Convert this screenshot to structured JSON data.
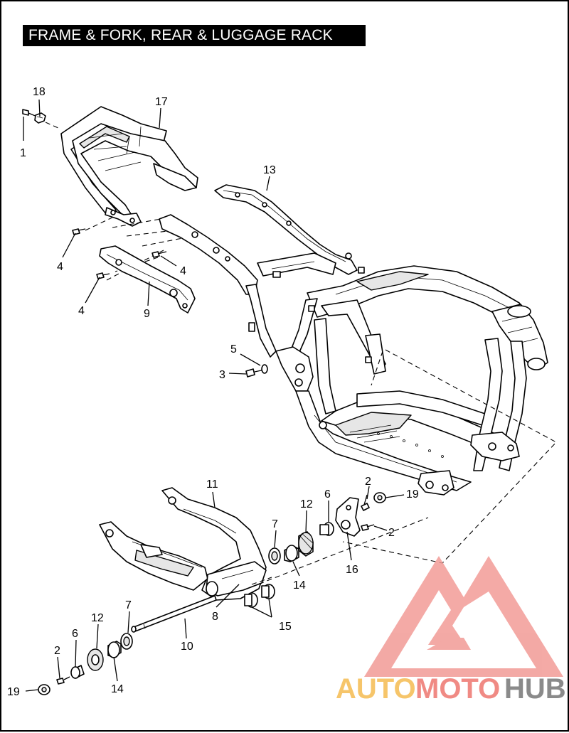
{
  "title": "FRAME & FORK, REAR & LUGGAGE RACK",
  "watermark": {
    "text_a": "AUTO",
    "text_b": "MOTO",
    "text_c": "HUB",
    "colors": {
      "auto": "#f6c56a",
      "moto": "#f08a84",
      "hub": "#8a8a8a",
      "logo": "#f29b96"
    }
  },
  "callouts": [
    {
      "id": "c1",
      "label": "1"
    },
    {
      "id": "c18",
      "label": "18"
    },
    {
      "id": "c17",
      "label": "17"
    },
    {
      "id": "c13",
      "label": "13"
    },
    {
      "id": "c4a",
      "label": "4"
    },
    {
      "id": "c4b",
      "label": "4"
    },
    {
      "id": "c4c",
      "label": "4"
    },
    {
      "id": "c9",
      "label": "9"
    },
    {
      "id": "c5",
      "label": "5"
    },
    {
      "id": "c3",
      "label": "3"
    },
    {
      "id": "c11",
      "label": "11"
    },
    {
      "id": "c2a",
      "label": "2"
    },
    {
      "id": "c19a",
      "label": "19"
    },
    {
      "id": "c12a",
      "label": "12"
    },
    {
      "id": "c6a",
      "label": "6"
    },
    {
      "id": "c2b",
      "label": "2"
    },
    {
      "id": "c7a",
      "label": "7"
    },
    {
      "id": "c16",
      "label": "16"
    },
    {
      "id": "c14a",
      "label": "14"
    },
    {
      "id": "c15",
      "label": "15"
    },
    {
      "id": "c8",
      "label": "8"
    },
    {
      "id": "c7b",
      "label": "7"
    },
    {
      "id": "c12b",
      "label": "12"
    },
    {
      "id": "c6b",
      "label": "6"
    },
    {
      "id": "c10",
      "label": "10"
    },
    {
      "id": "c2c",
      "label": "2"
    },
    {
      "id": "c14b",
      "label": "14"
    },
    {
      "id": "c19b",
      "label": "19"
    }
  ]
}
